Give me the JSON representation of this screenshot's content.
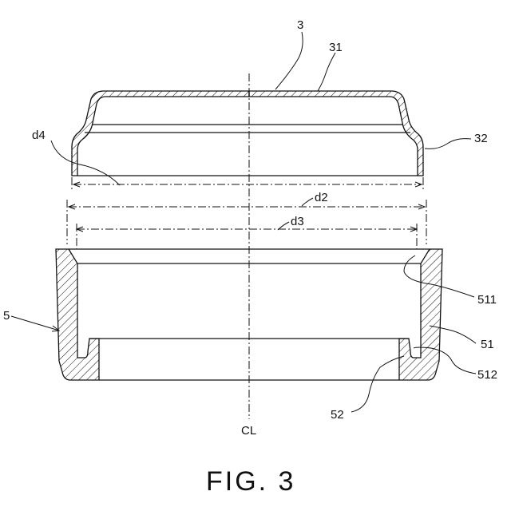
{
  "figure": {
    "caption": "FIG. 3",
    "labels": {
      "cap_ref": "3",
      "top_ref": "31",
      "side_ref": "32",
      "dia_d4": "d4",
      "dia_d2": "d2",
      "dia_d3": "d3",
      "ring_ref": "5",
      "ring_upper_ref": "511",
      "ring_body_ref": "51",
      "ring_lower_ref": "512",
      "ring_bottom_ref": "52",
      "centerline": "CL"
    }
  },
  "colors": {
    "ink": "#111111",
    "paper": "#ffffff"
  }
}
